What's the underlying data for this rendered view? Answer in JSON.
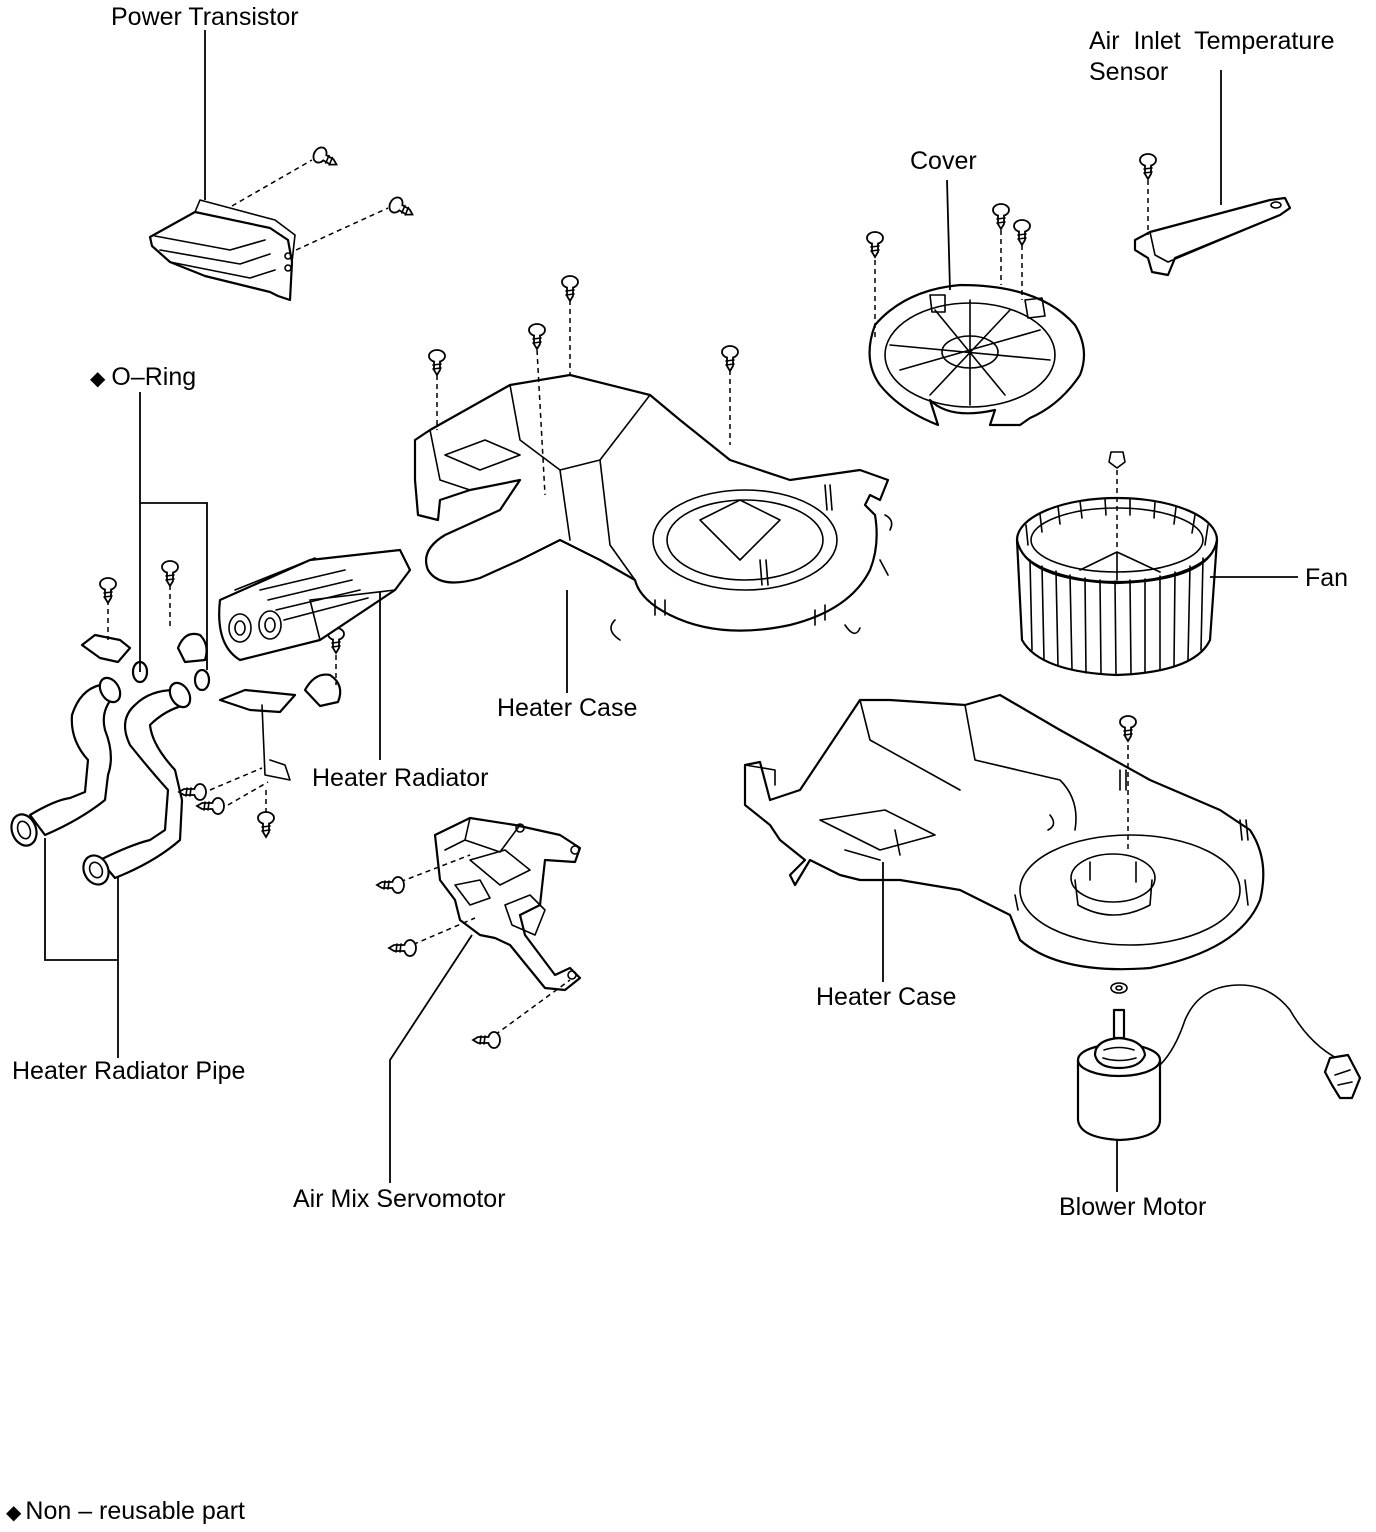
{
  "labels": {
    "power_transistor": "Power Transistor",
    "air_inlet_sensor_line1": "Air  Inlet  Temperature",
    "air_inlet_sensor_line2": "Sensor",
    "cover": "Cover",
    "o_ring": "O–Ring",
    "fan": "Fan",
    "heater_case_upper": "Heater Case",
    "heater_radiator": "Heater Radiator",
    "heater_case_lower": "Heater Case",
    "heater_radiator_pipe": "Heater Radiator Pipe",
    "air_mix_servomotor": "Air Mix Servomotor",
    "blower_motor": "Blower Motor"
  },
  "legend": {
    "marker": "◆",
    "text": "Non – reusable part"
  },
  "icons": {
    "non_reusable_marker": "diamond-icon"
  }
}
